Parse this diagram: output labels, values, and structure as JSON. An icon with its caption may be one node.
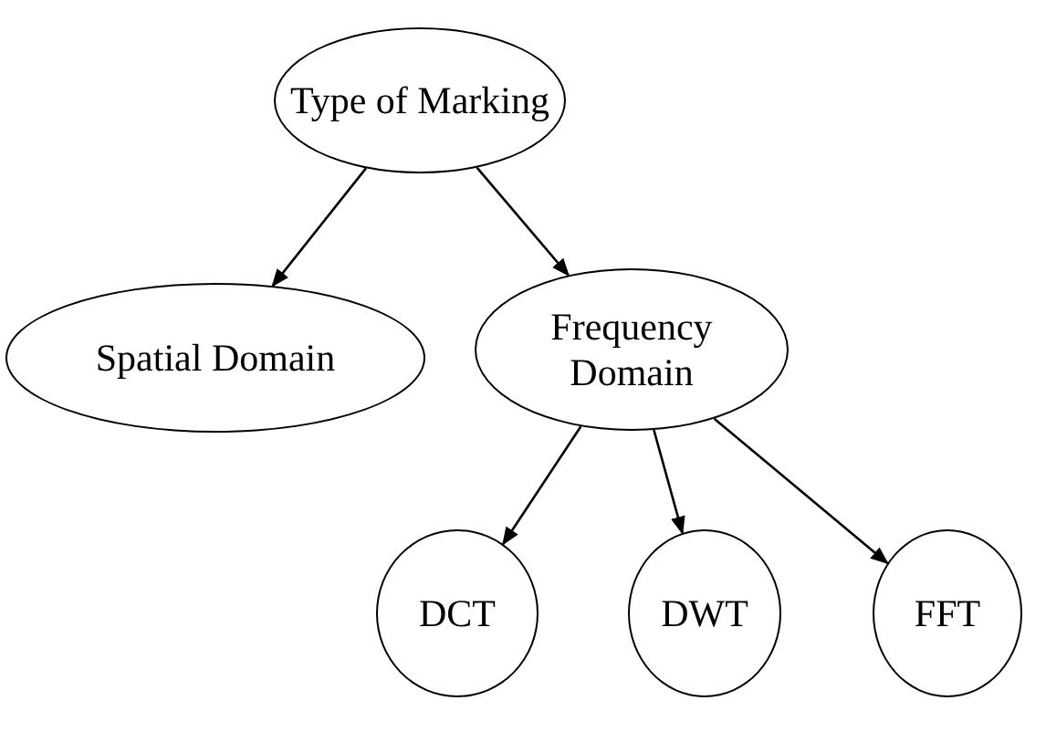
{
  "diagram": {
    "nodes": [
      {
        "text": [
          "Type of Marking"
        ]
      },
      {
        "text": [
          "Spatial Domain"
        ]
      },
      {
        "text": [
          "Frequency Domain"
        ]
      },
      {
        "text": [
          "DCT"
        ]
      },
      {
        "text": [
          "DWT"
        ]
      },
      {
        "text": [
          "FFT"
        ]
      }
    ],
    "edges": [
      {
        "from": 0,
        "to": 1,
        "arrow": "to"
      },
      {
        "from": 0,
        "to": 2,
        "arrow": "to"
      },
      {
        "from": 2,
        "to": 3,
        "arrow": "to"
      },
      {
        "from": 2,
        "to": 4,
        "arrow": "to"
      },
      {
        "from": 2,
        "to": 5,
        "arrow": "to"
      }
    ]
  }
}
